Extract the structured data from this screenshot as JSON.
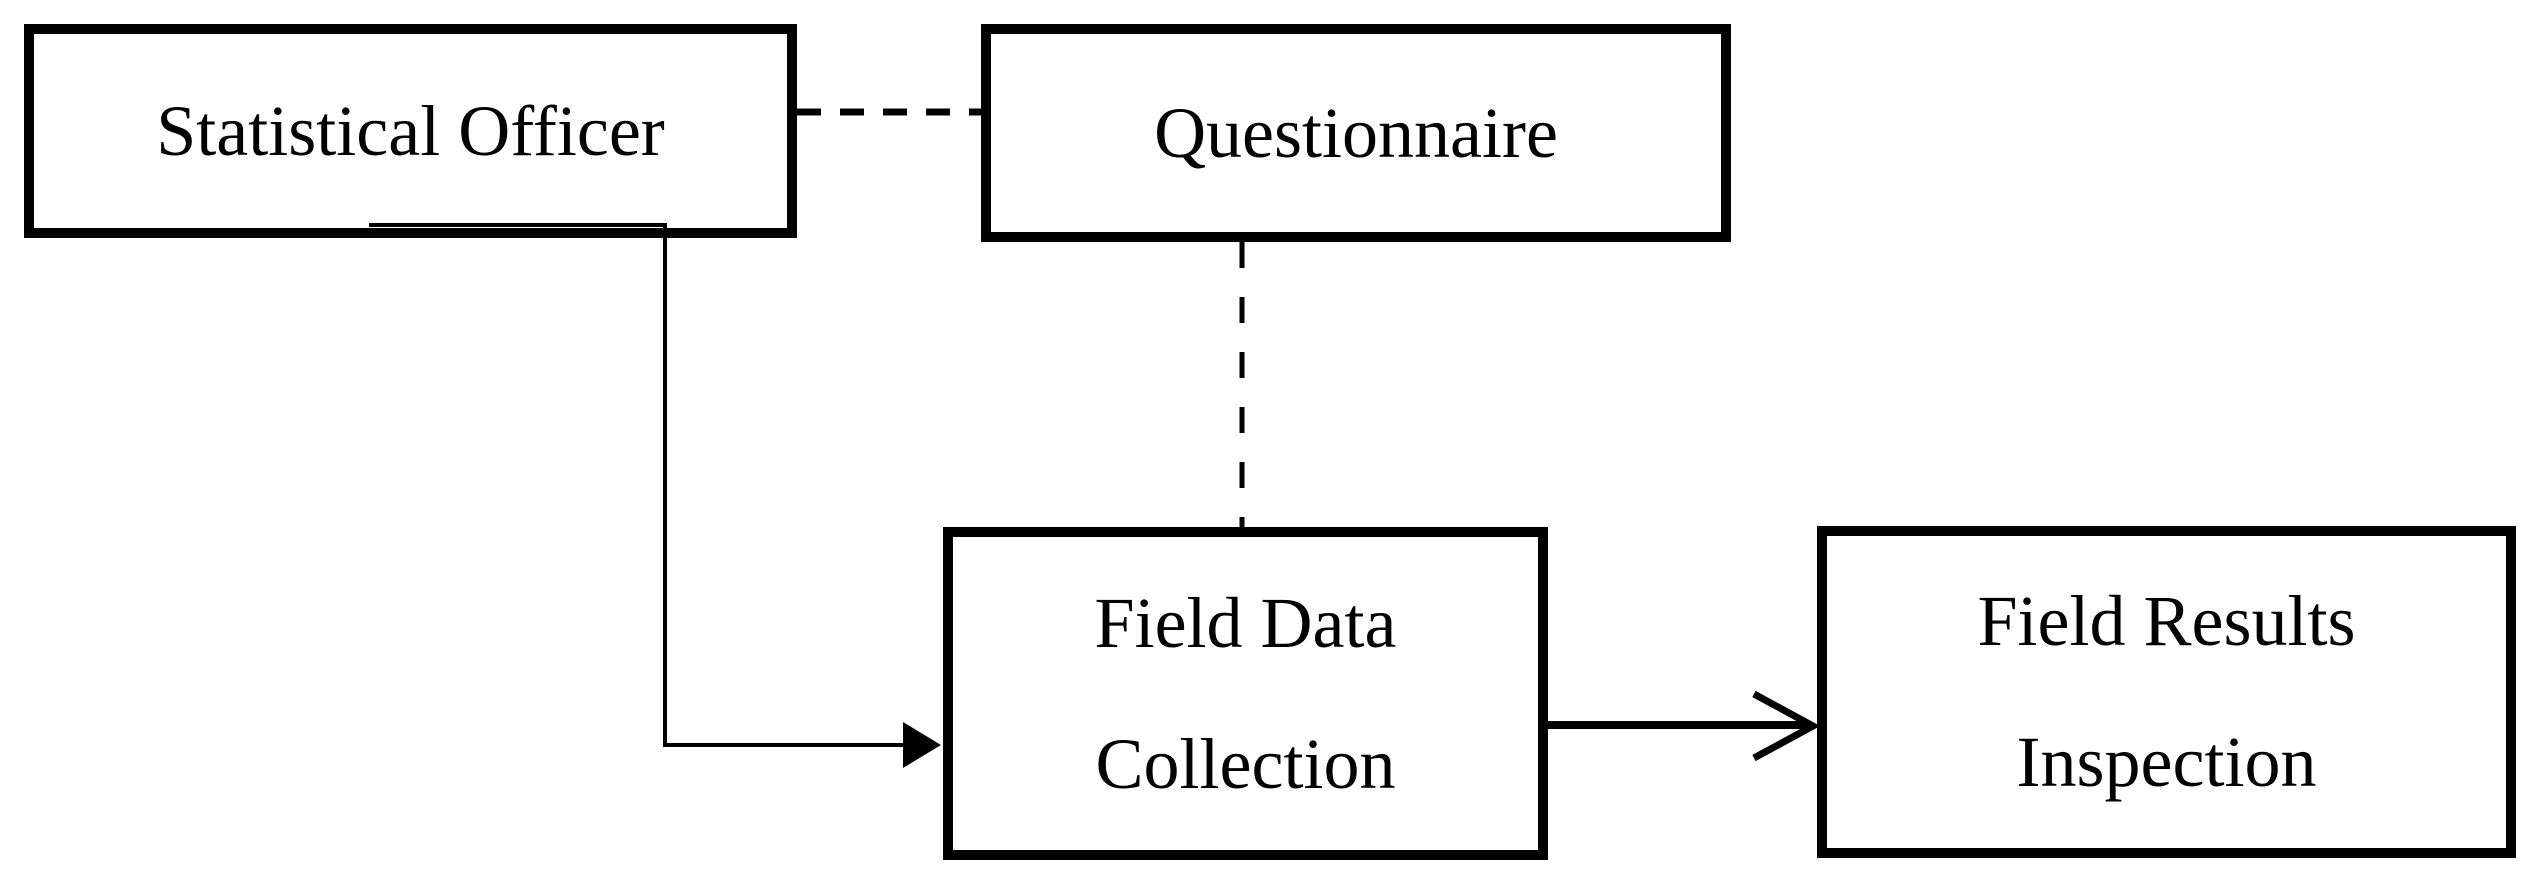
{
  "diagram": {
    "type": "flowchart",
    "background_color": "#ffffff",
    "ink_color": "#000000"
  },
  "nodes": {
    "statistical_officer": {
      "label": "Statistical Officer"
    },
    "questionnaire": {
      "label": "Questionnaire"
    },
    "field_data_collection": {
      "lines": [
        "Field Data",
        "Collection"
      ]
    },
    "field_results_inspection": {
      "lines": [
        "Field Results",
        "Inspection"
      ]
    }
  },
  "connectors": [
    {
      "from": "statistical_officer",
      "to": "questionnaire",
      "style": "dashed",
      "arrow": "none",
      "orientation": "horizontal"
    },
    {
      "from": "questionnaire",
      "to": "field_data_collection",
      "style": "dashed",
      "arrow": "none",
      "orientation": "vertical"
    },
    {
      "from": "statistical_officer",
      "to": "field_data_collection",
      "style": "solid-thin-elbow",
      "arrow": "filled-triangle"
    },
    {
      "from": "field_data_collection",
      "to": "field_results_inspection",
      "style": "solid-thick",
      "arrow": "open-chevron"
    }
  ]
}
